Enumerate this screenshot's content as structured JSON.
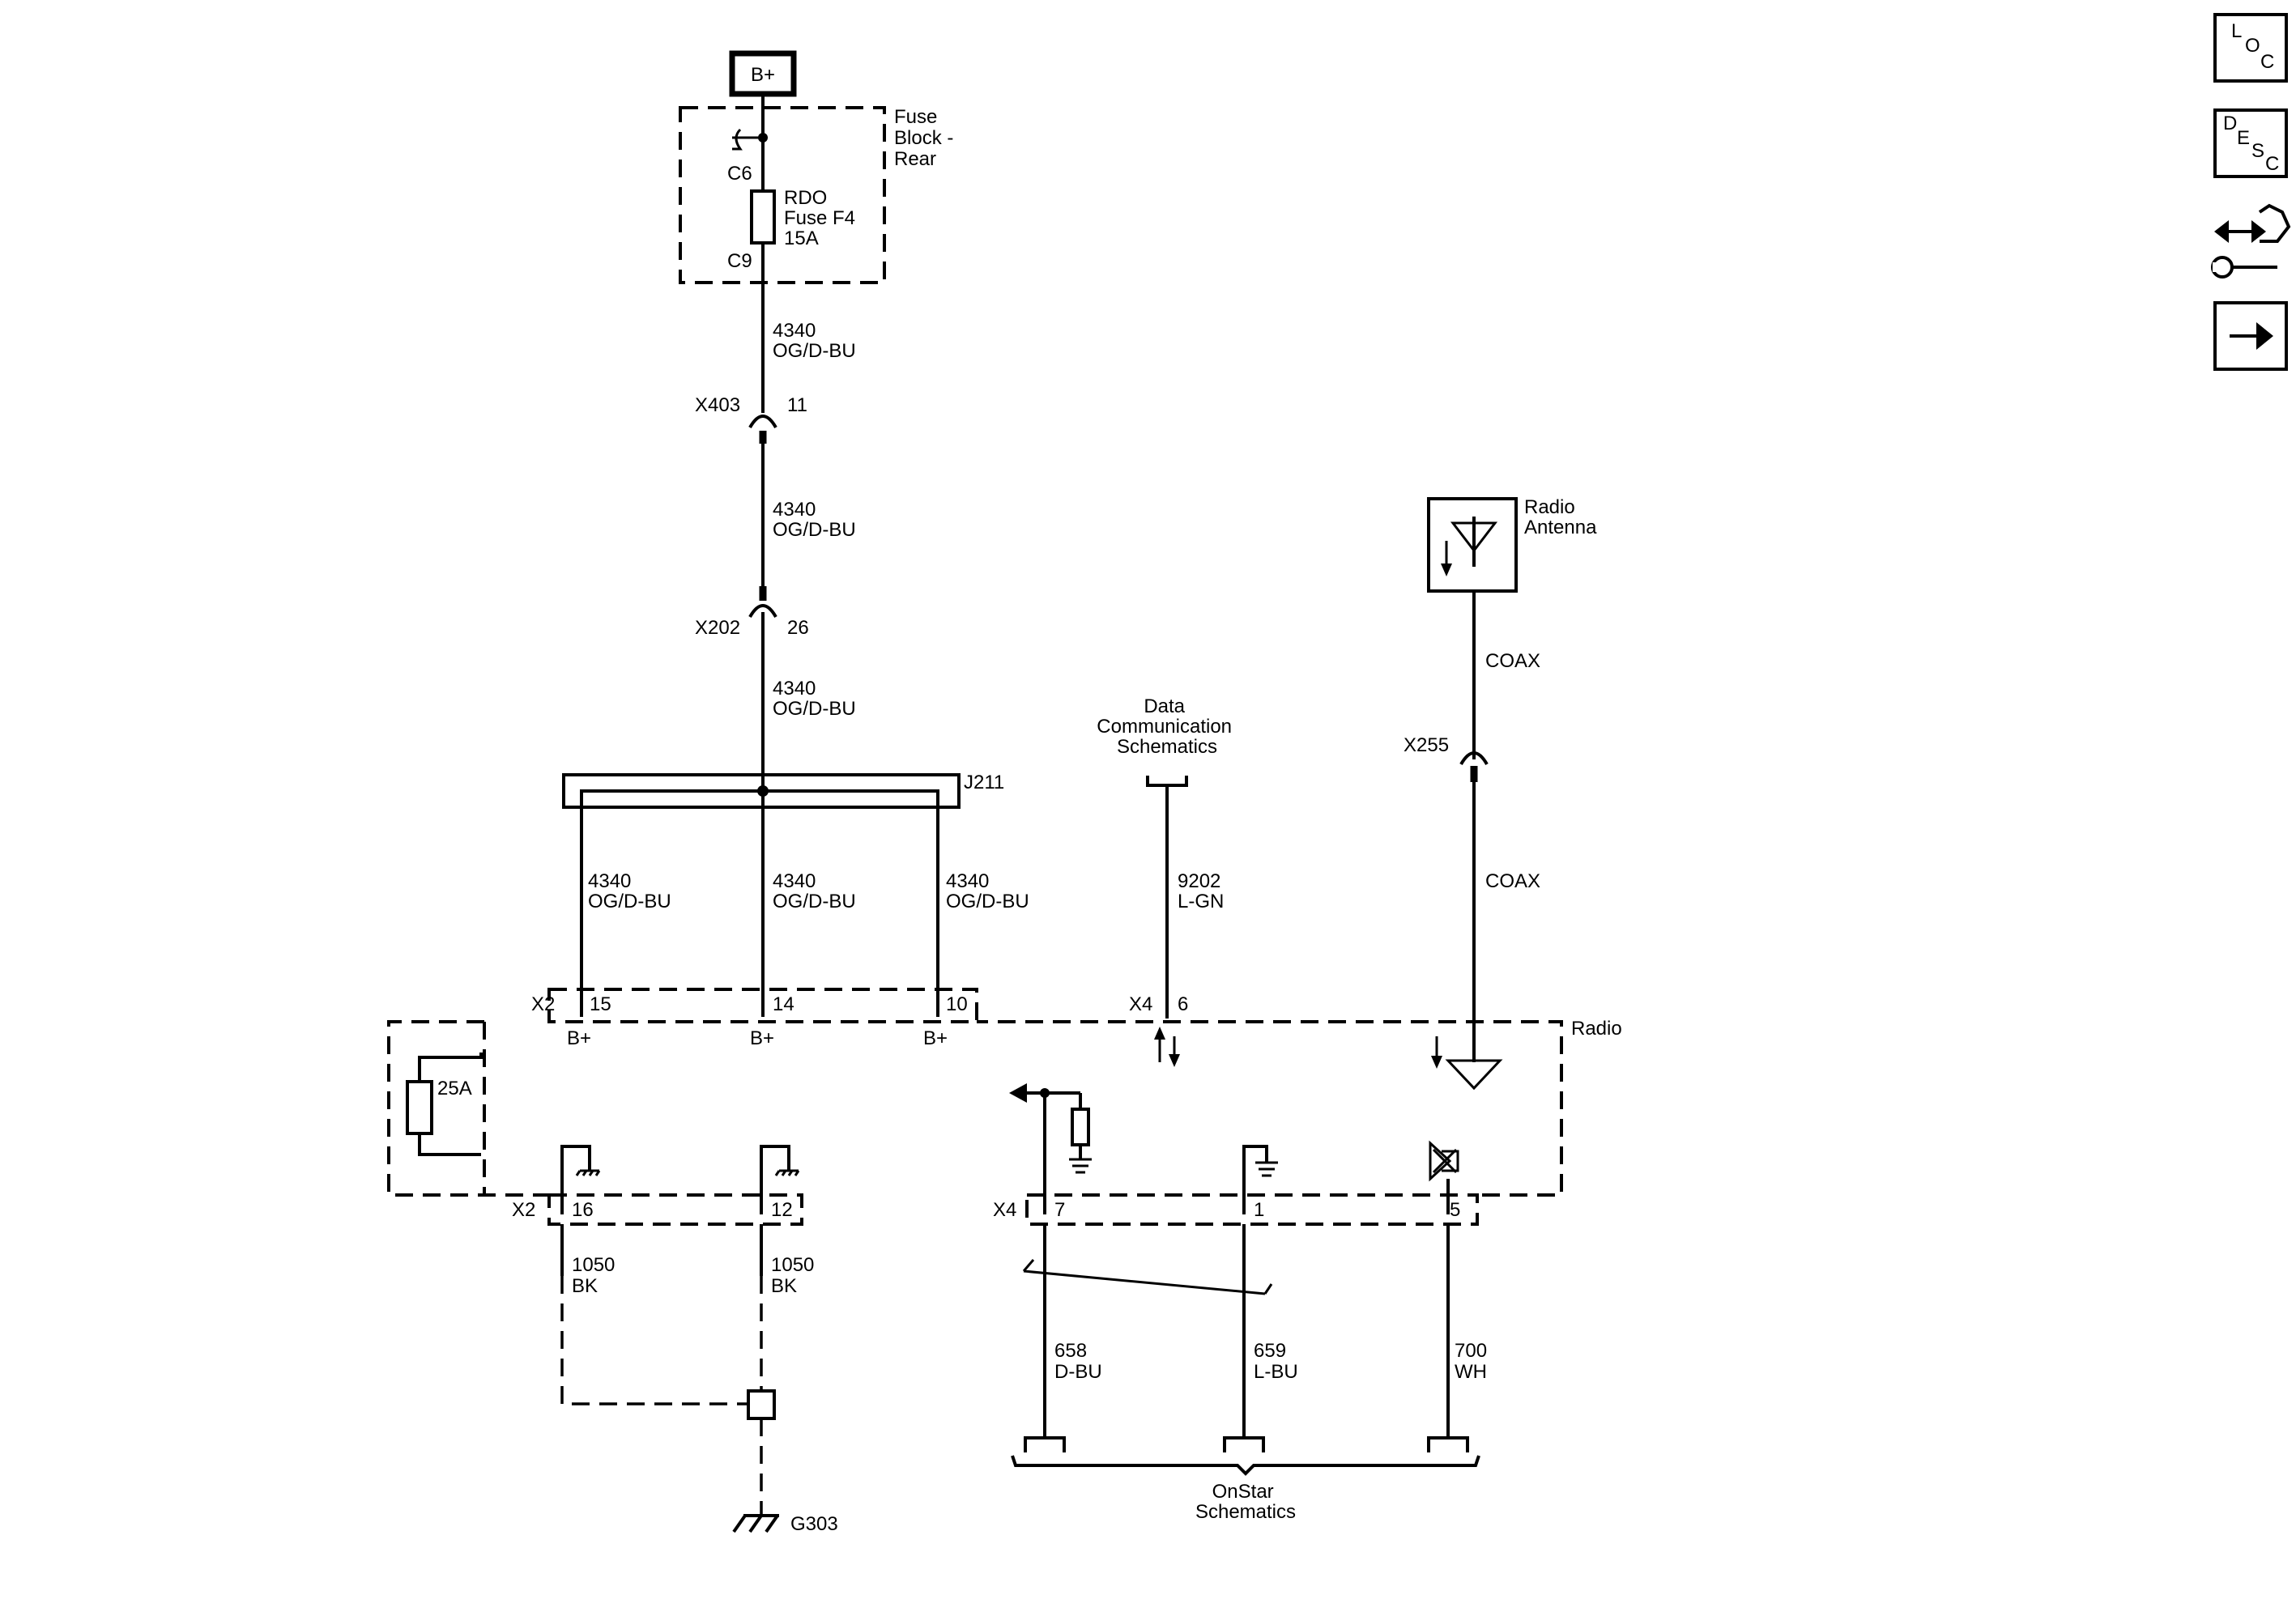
{
  "nav": {
    "loc": {
      "l": "L",
      "o": "O",
      "c": "C"
    },
    "desc": {
      "d": "D",
      "e": "E",
      "s": "S",
      "c": "C"
    }
  },
  "power": {
    "label": "B+"
  },
  "fuse_block": {
    "name_lines": [
      "Fuse",
      "Block -",
      "Rear"
    ],
    "fuse_lines": [
      "RDO",
      "Fuse F4",
      "15A"
    ],
    "conn_top": "C6",
    "conn_bottom": "C9"
  },
  "wire_4340": {
    "circuit": "4340",
    "color": "OG/D-BU"
  },
  "connectors": {
    "x403": {
      "name": "X403",
      "pin": "11"
    },
    "x202": {
      "name": "X202",
      "pin": "26"
    },
    "x255": {
      "name": "X255"
    },
    "j211": {
      "name": "J211"
    }
  },
  "data_comm": {
    "lines": [
      "Data",
      "Communication",
      "Schematics"
    ],
    "wire": {
      "circuit": "9202",
      "color": "L-GN"
    }
  },
  "antenna": {
    "lines": [
      "Radio",
      "Antenna"
    ],
    "coax_label": "COAX"
  },
  "radio": {
    "name": "Radio",
    "internal_fuse": "25A",
    "x2_top": {
      "name": "X2",
      "pins": [
        "15",
        "14",
        "10"
      ]
    },
    "bplus": "B+",
    "x4_top": {
      "name": "X4",
      "pin": "6"
    },
    "x2_bottom": {
      "name": "X2",
      "pins": [
        "16",
        "12"
      ]
    },
    "x4_bottom": {
      "name": "X4",
      "pins": [
        "7",
        "1",
        "5"
      ]
    }
  },
  "ground_wires": [
    {
      "circuit": "1050",
      "color": "BK"
    },
    {
      "circuit": "1050",
      "color": "BK"
    }
  ],
  "ground": {
    "name": "G303"
  },
  "onstar_wires": [
    {
      "circuit": "658",
      "color": "D-BU"
    },
    {
      "circuit": "659",
      "color": "L-BU"
    },
    {
      "circuit": "700",
      "color": "WH"
    }
  ],
  "onstar": {
    "lines": [
      "OnStar",
      "Schematics"
    ]
  }
}
